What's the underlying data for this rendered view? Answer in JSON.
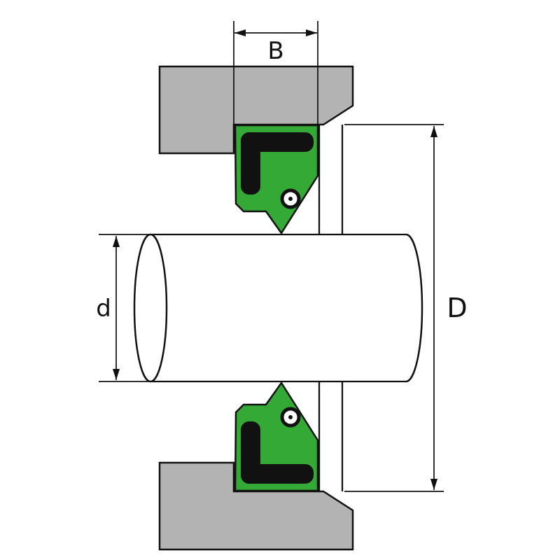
{
  "diagram": {
    "type": "technical-drawing",
    "subject": "radial-shaft-seal-installation-cross-section",
    "labels": {
      "width": "B",
      "shaft_diameter": "d",
      "outer_diameter": "D"
    },
    "colors": {
      "background": "#ffffff",
      "housing_gray": "#b3b3b3",
      "seal_green": "#35a935",
      "case_black": "#111111",
      "line_black": "#111111"
    }
  }
}
